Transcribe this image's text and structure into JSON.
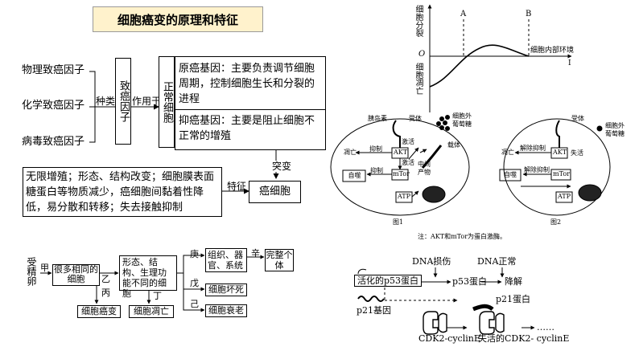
{
  "title": "细胞癌变的原理和特征",
  "factors": [
    "物理致癌因子",
    "化学致癌因子",
    "病毒致癌因子"
  ],
  "label_kind": "种类",
  "carcinogen": "致癌因子",
  "label_acts_on": "作用于",
  "normal_cell": "正常细胞",
  "proto_oncogene": "原癌基因：主要负责调节细胞周期，控制细胞生长和分裂的进程",
  "tumor_suppressor": "抑癌基因：主要是阻止细胞不正常的增殖",
  "label_mutation": "突变",
  "label_feature": "特征",
  "cancer_cell": "癌细胞",
  "features": "无限增殖；形态、结构改变；细胞膜表面糖蛋白等物质减少，癌细胞间黏着性降低，易分散和转移；失去接触抑制",
  "curve": {
    "y_axis": "细胞分裂",
    "y_axis_bottom": "细胞凋亡",
    "origin": "O",
    "x_axis": "细胞内部环境",
    "x_end": "I",
    "mark_a": "A",
    "mark_b": "B"
  },
  "fig1": {
    "insulin": "胰岛素",
    "receptor": "受体",
    "glucose": "细胞外葡萄糖",
    "carrier": "载体",
    "activate1": "激活",
    "activate2": "激活",
    "akt": "AKT",
    "mtor": "mTor",
    "inhibit1": "抑制",
    "inhibit2": "抑制",
    "apoptosis": "凋亡",
    "autophagy": "自噬",
    "intermediate": "中间产物",
    "atp": "ATP",
    "caption": "图1"
  },
  "fig2": {
    "receptor": "受体",
    "glucose": "细胞外葡萄糖",
    "akt": "AKT",
    "mtor": "mTor",
    "inactive": "失活",
    "release1": "解除抑制",
    "release2": "解除抑制",
    "apoptosis": "凋亡",
    "autophagy": "自噬",
    "atp": "ATP",
    "caption": "图2"
  },
  "note": "注：AKT和mTor为蛋白激酶。",
  "dev": {
    "fertilized_egg": "受精卵",
    "l_jia": "甲",
    "l_yi": "乙",
    "l_bing": "丙",
    "l_ding": "丁",
    "l_wu": "戊",
    "l_ji": "己",
    "l_geng": "庚",
    "l_xin": "辛",
    "many_same": "很多相同的细胞",
    "diff_cells": "形态、结构、生理功能不同的细胞",
    "tissue": "组织、器官、系统",
    "individual": "完整个体",
    "cancerous": "细胞癌变",
    "apoptosis": "细胞凋亡",
    "necrosis": "细胞坏死",
    "aging": "细胞衰老"
  },
  "p53": {
    "dna_damage": "DNA损伤",
    "dna_normal": "DNA正常",
    "activated": "活化的p53蛋白",
    "p53_protein": "p53蛋白",
    "degrade": "降解",
    "p21_gene": "p21基因",
    "p21_protein": "p21蛋白",
    "ellipsis": "……",
    "cdk_pair": "CDK2-cyclinE",
    "cdk_inactive": "失活的CDK2- cyclinE"
  }
}
